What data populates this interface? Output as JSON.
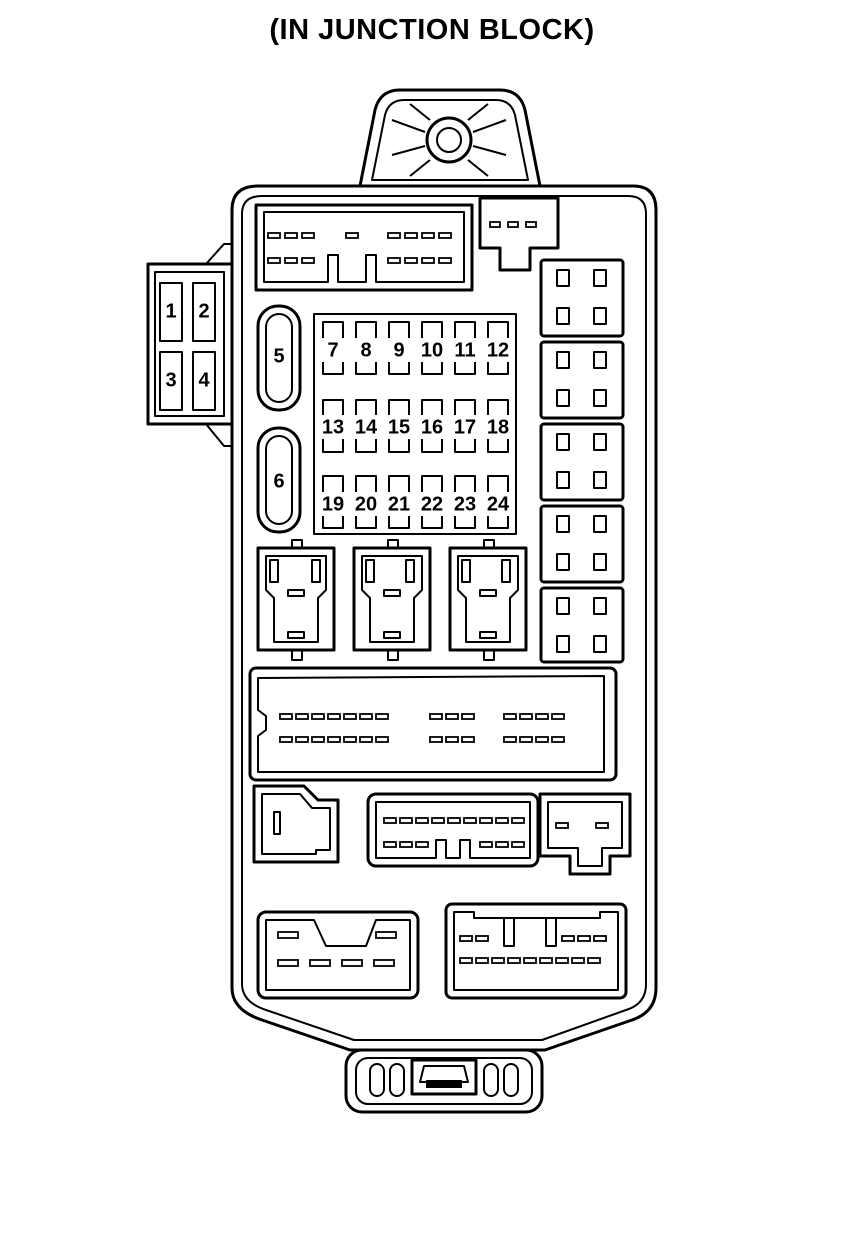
{
  "title": "(IN JUNCTION BLOCK)",
  "fuses": {
    "side_block": [
      "1",
      "2",
      "3",
      "4"
    ],
    "large": [
      "5",
      "6"
    ],
    "rows": [
      [
        "7",
        "8",
        "9",
        "10",
        "11",
        "12"
      ],
      [
        "13",
        "14",
        "15",
        "16",
        "17",
        "18"
      ],
      [
        "19",
        "20",
        "21",
        "22",
        "23",
        "24"
      ]
    ]
  }
}
